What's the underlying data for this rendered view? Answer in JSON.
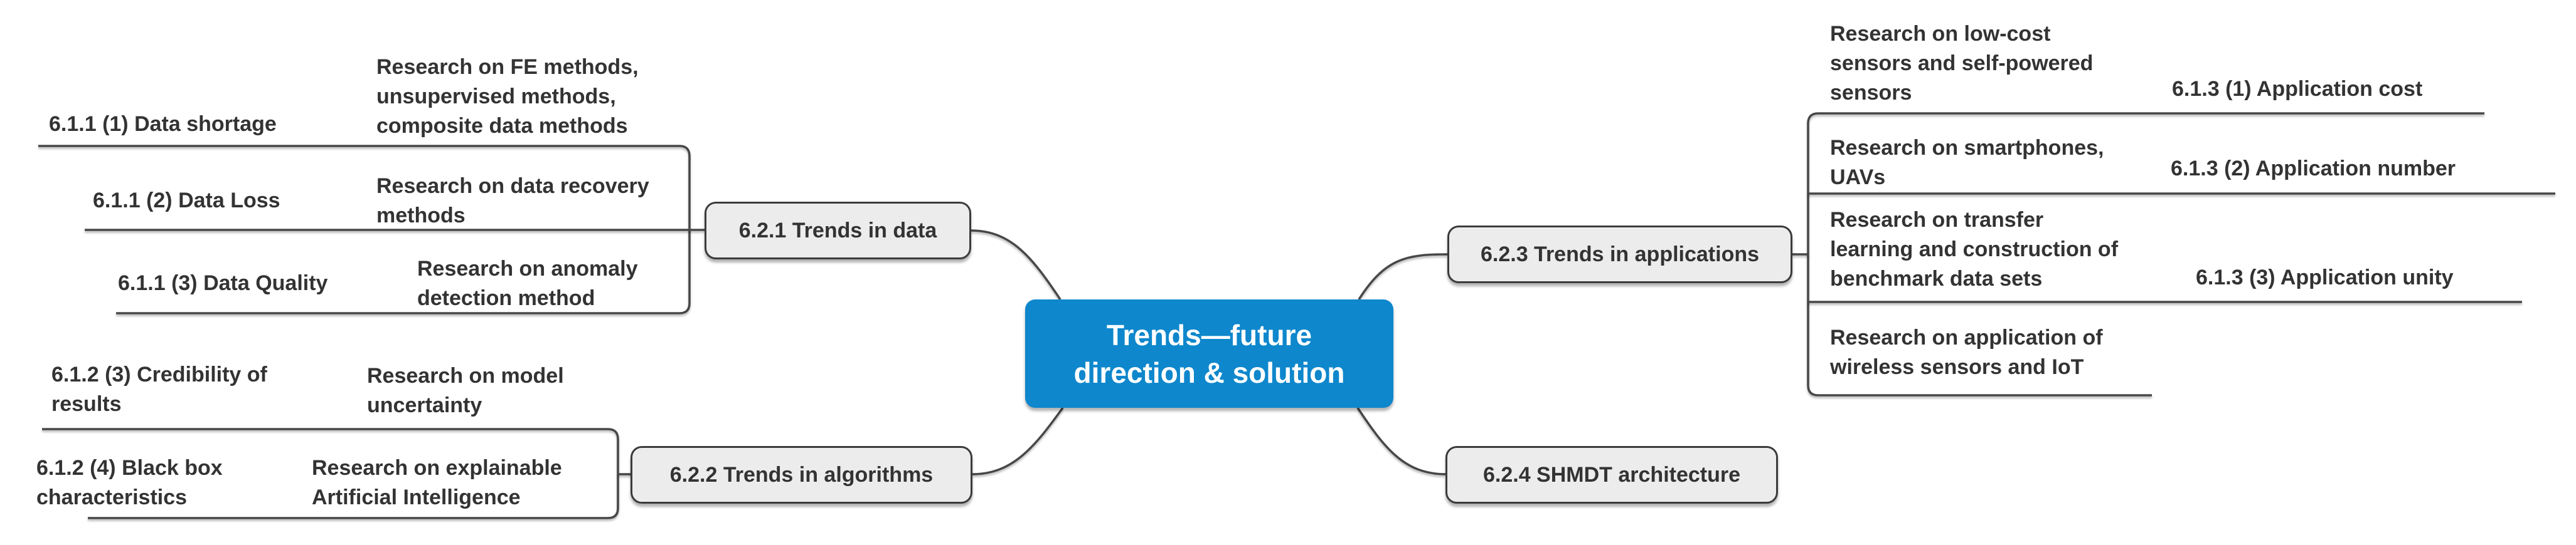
{
  "colors": {
    "central_fill": "#0e87cc",
    "central_text": "#ffffff",
    "topic_fill": "#ececec",
    "topic_border": "#3b3b3b",
    "leaf_text": "#333333",
    "connector": "#474747",
    "background": "#ffffff"
  },
  "central": {
    "label": "Trends—future\ndirection & solution"
  },
  "branches": {
    "trends_in_data": {
      "label": "6.2.1 Trends in data",
      "children": [
        {
          "label": "6.1.1 (1) Data shortage",
          "research": "Research on FE methods,\nunsupervised methods,\ncomposite data methods"
        },
        {
          "label": "6.1.1 (2) Data Loss",
          "research": "Research on data recovery\nmethods"
        },
        {
          "label": "6.1.1 (3) Data Quality",
          "research": "Research on anomaly\ndetection method"
        }
      ]
    },
    "trends_in_algorithms": {
      "label": "6.2.2 Trends in algorithms",
      "children": [
        {
          "label": "6.1.2 (3) Credibility of\nresults",
          "research": "Research on model\nuncertainty"
        },
        {
          "label": "6.1.2 (4) Black box\ncharacteristics",
          "research": "Research on explainable\nArtificial Intelligence"
        }
      ]
    },
    "trends_in_applications": {
      "label": "6.2.3 Trends in applications",
      "children": [
        {
          "research": "Research on low-cost\nsensors and self-powered\nsensors",
          "label": "6.1.3 (1) Application cost"
        },
        {
          "research": "Research on smartphones,\nUAVs",
          "label": "6.1.3 (2) Application number"
        },
        {
          "research": "Research on transfer\nlearning and construction of\nbenchmark data sets",
          "label": "6.1.3 (3) Application unity"
        },
        {
          "research": "Research on application of\nwireless sensors and IoT",
          "label": ""
        }
      ]
    },
    "shmdt_architecture": {
      "label": "6.2.4 SHMDT architecture",
      "children": []
    }
  }
}
